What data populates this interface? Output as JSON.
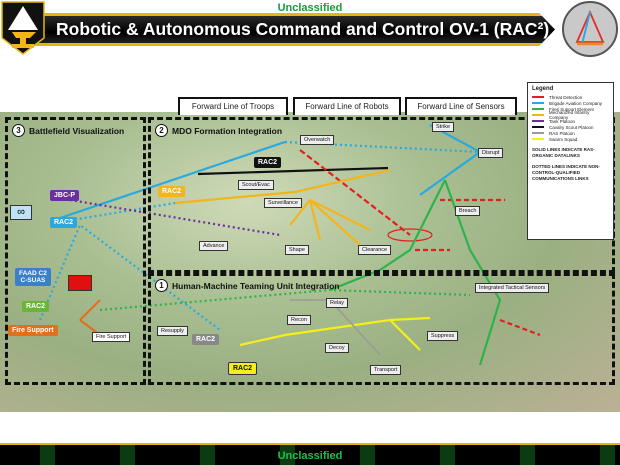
{
  "classification": "Unclassified",
  "title": "Robotic & Autonomous Command and Control OV-1 (RAC²)",
  "forward_lines": [
    "Forward Line of Troops",
    "Forward Line of Robots",
    "Forward Line of Sensors"
  ],
  "panels": {
    "p3": {
      "num": "3",
      "title": "Battlefield Visualization",
      "labels": {
        "jbcp": "JBC-P",
        "rac2_blue": "RAC2",
        "faad": "FAAD C2\nC-SUAS",
        "rac2_green": "RAC2",
        "fire_support_tag": "Fire Support",
        "fire_support": "Fire Support"
      }
    },
    "p2": {
      "num": "2",
      "title": "MDO Formation Integration",
      "labels": {
        "overwatch": "Overwatch",
        "strike": "Strike",
        "disrupt": "Disrupt",
        "rac2_black": "RAC2",
        "scout": "Scout/Evac",
        "rac2_orange": "RAC2",
        "surveillance": "Surveillance",
        "breach": "Breach",
        "advance": "Advance",
        "shape": "Shape",
        "clearance": "Clearance"
      }
    },
    "p1": {
      "num": "1",
      "title": "Human-Machine Teaming Unit Integration",
      "labels": {
        "relay": "Relay",
        "its": "Integrated Tactical Sensors",
        "recon": "Recon",
        "resupply": "Resupply",
        "rac2_gray": "RAC2",
        "suppress": "Suppress",
        "decoy": "Decoy",
        "rac2_yellow": "RAC2",
        "transport": "Transport"
      }
    }
  },
  "legend": {
    "title": "Legend",
    "items": [
      {
        "label": "Threat Detection",
        "color": "#e02020"
      },
      {
        "label": "Brigade Aviation Company",
        "color": "#29a9e0"
      },
      {
        "label": "Fires Support Element",
        "color": "#2db34a"
      },
      {
        "label": "Mechanized Infantry Company",
        "color": "#f2b51c"
      },
      {
        "label": "Tank Platoon",
        "color": "#6b2fa0"
      },
      {
        "label": "Cavalry Scout Platoon",
        "color": "#111111"
      },
      {
        "label": "RAS Platoon",
        "color": "#999999"
      },
      {
        "label": "Swarm Squad",
        "color": "#f5ee1a"
      }
    ],
    "note_solid": "SOLID LINES INDICATE RAS-ORGANIC DATALINKS",
    "note_dotted": "DOTTED LINES INDICATE NON-CONTROL-QUALIFIED COMMUNICATIONS LINKS"
  }
}
